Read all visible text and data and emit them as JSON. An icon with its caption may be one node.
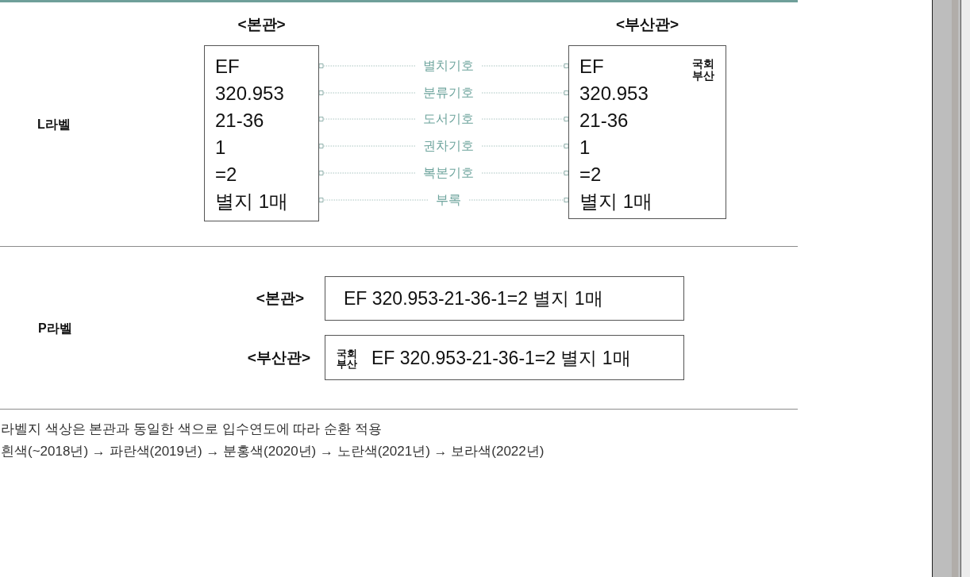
{
  "diagram": {
    "nodes": [
      {
        "text": [
          "<본관>",
          "EF",
          "320.953",
          "21-36",
          "1",
          "=2",
          "별지 1매"
        ]
      },
      {
        "text": [
          "별치기호"
        ]
      },
      {
        "text": [
          "분류기호"
        ]
      },
      {
        "text": [
          "도서기호"
        ]
      },
      {
        "text": [
          "권차기호"
        ]
      },
      {
        "text": [
          "복본기호"
        ]
      },
      {
        "text": [
          "부록"
        ]
      },
      {
        "text": [
          "<부산관>",
          "EF",
          "국회 부산",
          "320.953",
          "21-36",
          "1",
          "=2",
          "별지 1매"
        ]
      },
      {
        "text": [
          "EF 320.953-21-36-1=2 별지 1매"
        ],
        "beside": [
          "<본관>"
        ]
      },
      {
        "text": [
          "국회 부산",
          "EF 320.953-21-36-1=2 별지 1매"
        ],
        "beside": [
          "<부산관>"
        ]
      }
    ],
    "edges": [
      {
        "from": 1,
        "to": 0,
        "arrow": "other",
        "style": "dashed"
      },
      {
        "from": 1,
        "to": 7,
        "arrow": "other",
        "style": "dashed"
      },
      {
        "from": 2,
        "to": 0,
        "arrow": "other",
        "style": "dashed"
      },
      {
        "from": 2,
        "to": 7,
        "arrow": "other",
        "style": "dashed"
      },
      {
        "from": 3,
        "to": 0,
        "arrow": "other",
        "style": "dashed"
      },
      {
        "from": 3,
        "to": 7,
        "arrow": "other",
        "style": "dashed"
      },
      {
        "from": 4,
        "to": 0,
        "arrow": "other",
        "style": "dashed"
      },
      {
        "from": 4,
        "to": 7,
        "arrow": "other",
        "style": "dashed"
      },
      {
        "from": 5,
        "to": 0,
        "arrow": "other",
        "style": "dashed"
      },
      {
        "from": 5,
        "to": 7,
        "arrow": "other",
        "style": "dashed"
      },
      {
        "from": 6,
        "to": 0,
        "arrow": "other",
        "style": "dashed"
      },
      {
        "from": 6,
        "to": 7,
        "arrow": "other",
        "style": "dashed"
      }
    ],
    "labels": [
      "L라벨",
      "P라벨",
      "라벨지 색상은 본관과 동일한 색으로 입수연도에 따라 순환 적용",
      "흰색(~2018년) → 파란색(2019년) → 분홍색(2020년) → 노란색(2021년) → 보라색(2022년)"
    ]
  }
}
